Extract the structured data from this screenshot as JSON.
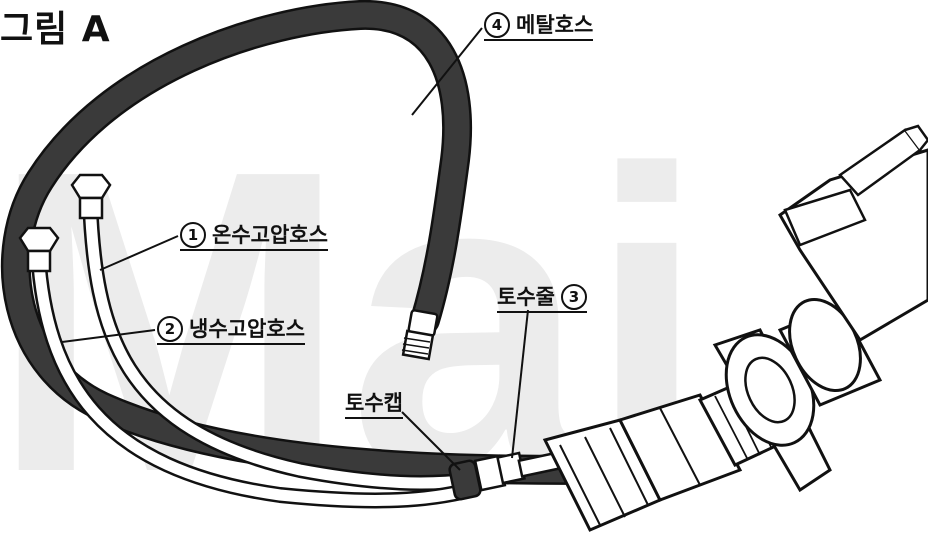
{
  "figure": {
    "title": "그림 A",
    "watermark": "Mai"
  },
  "callouts": {
    "hot_hose": {
      "number": "1",
      "label": "온수고압호스"
    },
    "cold_hose": {
      "number": "2",
      "label": "냉수고압호스"
    },
    "spout_tube": {
      "number": "3",
      "label": "토수줄"
    },
    "metal_hose": {
      "number": "4",
      "label": "메탈호스"
    },
    "spout_cap": {
      "label": "토수캡"
    }
  },
  "colors": {
    "line": "#111111",
    "hose_fill": "#3a3a3a",
    "watermark": "#ececec"
  }
}
